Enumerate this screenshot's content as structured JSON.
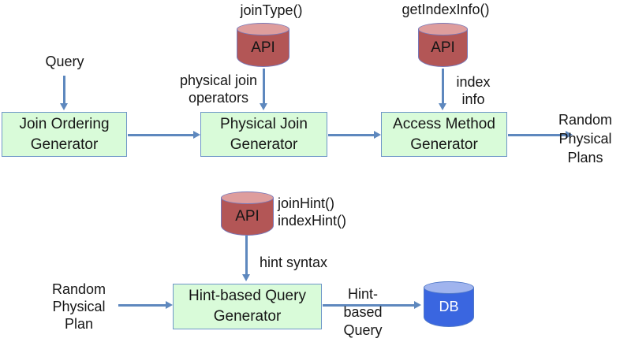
{
  "diagram": {
    "labels": {
      "query": "Query",
      "join_type": "joinType()",
      "get_index_info": "getIndexInfo()",
      "physical_join_operators": "physical join\noperators",
      "index_info": "index\ninfo",
      "random_physical_plans": "Random\nPhysical\nPlans",
      "join_hint_index_hint": "joinHint()\nindexHint()",
      "hint_syntax": "hint syntax",
      "random_physical_plan": "Random\nPhysical\nPlan",
      "hint_based_query": "Hint-\nbased\nQuery",
      "api": "API",
      "db": "DB"
    },
    "nodes": {
      "join_ordering_generator": "Join Ordering\nGenerator",
      "physical_join_generator": "Physical Join\nGenerator",
      "access_method_generator": "Access Method\nGenerator",
      "hint_based_query_generator": "Hint-based Query\nGenerator"
    },
    "colors": {
      "box_fill": "#d9fbd9",
      "box_border": "#6e96c8",
      "arrow": "#5e88be",
      "api_body": "#b35656",
      "api_top": "#de9d9d",
      "api_border": "#7878b8",
      "db_body": "#3a66e0",
      "db_top": "#a0b4ee",
      "db_border": "#5078c8"
    }
  }
}
